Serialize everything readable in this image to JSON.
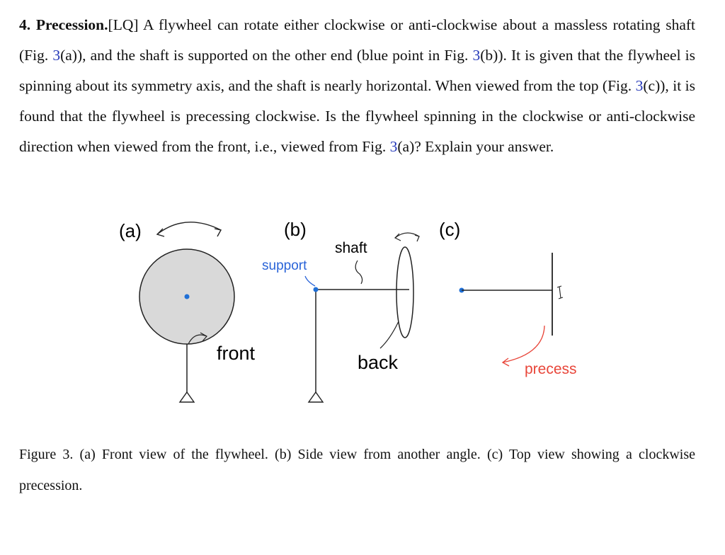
{
  "problem": {
    "number": "4.",
    "title": "Precession.",
    "tag": "[LQ]",
    "text_1": " A flywheel can rotate either clockwise or anti-clockwise about a massless rotating shaft (Fig. ",
    "ref_1": "3",
    "text_2": "(a)), and the shaft is supported on the other end (blue point in Fig. ",
    "ref_2": "3",
    "text_3": "(b)). It is given that the flywheel is spinning about its symmetry axis, and the shaft is nearly horizontal. When viewed from the top (Fig. ",
    "ref_3": "3",
    "text_4": "(c)), it is found that the flywheel is precessing clockwise. Is the flywheel spinning in the clockwise or anti-clockwise direction when viewed from the front, i.e., viewed from Fig. ",
    "ref_4": "3",
    "text_5": "(a)? Explain your answer."
  },
  "figure": {
    "panel_a_label": "(a)",
    "panel_b_label": "(b)",
    "panel_c_label": "(c)",
    "label_front": "front",
    "label_support": "support",
    "label_shaft": "shaft",
    "label_back": "back",
    "label_precess": "precess",
    "colors": {
      "support_point": "#1f6fd6",
      "support_text": "#2a64d8",
      "precess": "#e8463a",
      "wheel_fill": "#d9d9d9",
      "line": "#222222"
    }
  },
  "caption": {
    "text": "Figure 3.  (a) Front view of the flywheel.  (b) Side view from another angle.  (c) Top view showing a clockwise precession."
  }
}
